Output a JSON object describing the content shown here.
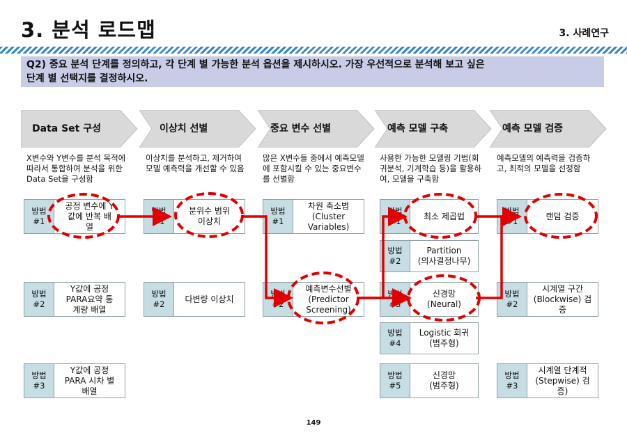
{
  "header": {
    "title": "3. 분석 로드맵",
    "section": "3. 사례연구"
  },
  "question": {
    "line1": "Q2) 중요 분석 단계를 정의하고, 각 단계 별 가능한 분석 옵션을 제시하시오. 가장 우선적으로 분석해 보고 싶은",
    "line2": "단계 별 선택지를 결정하시오."
  },
  "stages": [
    {
      "title": "Data Set 구성",
      "desc": "X변수와 Y변수를 분석 목적에 따라서 통합하여 분석을 위한 Data Set을 구성함"
    },
    {
      "title": "이상치 선별",
      "desc": "이상치를 분석하고, 제거하여 모델 예측력을 개선할 수 있음"
    },
    {
      "title": "중요 변수 선별",
      "desc": "많은 X변수들 중에서 예측모델에 포함시킬 수 있는 중요변수를 선별함"
    },
    {
      "title": "예측 모델 구축",
      "desc": "사용한 가능한 모델링 기법(회귀분석, 기계학습 등)을 활용하여, 모델을 구축함"
    },
    {
      "title": "예측 모델 검증",
      "desc": "예측모델의 예측력을 검증하고, 최적의 모델을 선정함"
    }
  ],
  "methods": {
    "s1": [
      {
        "tag1": "방법",
        "tag2": "#1",
        "lines": [
          "공정 변수에 Y",
          "값에 반복 배",
          "열"
        ]
      },
      {
        "tag1": "방법",
        "tag2": "#2",
        "lines": [
          "Y값에 공정",
          "PARA요약 통",
          "계량 배열"
        ]
      },
      {
        "tag1": "방법",
        "tag2": "#3",
        "lines": [
          "Y값에 공정",
          "PARA 시차 별",
          "배열"
        ]
      }
    ],
    "s2": [
      {
        "tag1": "방법",
        "tag2": "#1",
        "lines": [
          "분위수 범위",
          "이상치"
        ]
      },
      {
        "tag1": "방법",
        "tag2": "#2",
        "lines": [
          "다변량 이상치"
        ]
      }
    ],
    "s3": [
      {
        "tag1": "방법",
        "tag2": "#1",
        "lines": [
          "차원 축소법",
          "(Cluster",
          "Variables)"
        ]
      },
      {
        "tag1": "방법",
        "tag2": "#2",
        "lines": [
          "예측변수선별",
          "(Predictor",
          "Screening)"
        ]
      }
    ],
    "s4": [
      {
        "tag1": "방법",
        "tag2": "#1",
        "lines": [
          "최소 제곱법"
        ]
      },
      {
        "tag1": "방법",
        "tag2": "#2",
        "lines": [
          "Partition",
          "(의사결정나무)"
        ]
      },
      {
        "tag1": "방법",
        "tag2": "#3",
        "lines": [
          "신경망",
          "(Neural)"
        ]
      },
      {
        "tag1": "방법",
        "tag2": "#4",
        "lines": [
          "Logistic 회귀",
          "(범주형)"
        ]
      },
      {
        "tag1": "방법",
        "tag2": "#5",
        "lines": [
          "신경망",
          "(범주형)"
        ]
      }
    ],
    "s5": [
      {
        "tag1": "방법",
        "tag2": "#1",
        "lines": [
          "랜덤 검증"
        ]
      },
      {
        "tag1": "방법",
        "tag2": "#2",
        "lines": [
          "시계열 구간",
          "(Blockwise) 검",
          "증"
        ]
      },
      {
        "tag1": "방법",
        "tag2": "#3",
        "lines": [
          "시계열 단계적",
          "(Stepwise) 검",
          "증)"
        ]
      }
    ]
  },
  "page_number": "149",
  "colors": {
    "stage_fill": "#d9d9d9",
    "tag_fill": "#c5dde3",
    "highlight": "#e00000",
    "question_bg": "#c8cce7",
    "stripe": "#3a86c8"
  }
}
